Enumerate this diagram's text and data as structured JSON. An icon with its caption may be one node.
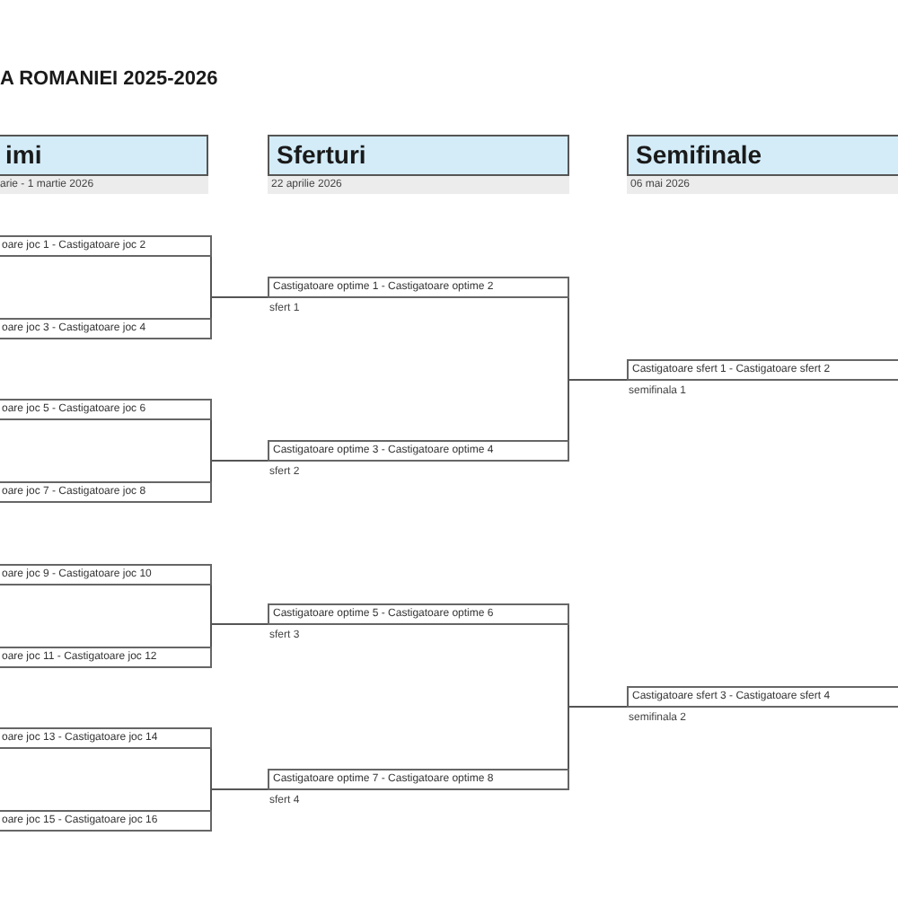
{
  "diagram": {
    "title": "A ROMANIEI 2025-2026",
    "nodes": [
      {
        "text": [
          "imi",
          "arie - 1 martie 2026"
        ]
      },
      {
        "text": [
          "Sferturi",
          "22 aprilie 2026"
        ]
      },
      {
        "text": [
          "Semifinale",
          "06 mai 2026"
        ]
      },
      {
        "text": [
          "oare joc 1 - Castigatoare joc 2"
        ]
      },
      {
        "text": [
          "oare joc 3 - Castigatoare joc 4"
        ]
      },
      {
        "text": [
          "oare joc 5 - Castigatoare joc 6"
        ]
      },
      {
        "text": [
          "oare joc 7 - Castigatoare joc 8"
        ]
      },
      {
        "text": [
          "oare joc 9 - Castigatoare joc 10"
        ]
      },
      {
        "text": [
          "oare joc 11 - Castigatoare joc 12"
        ]
      },
      {
        "text": [
          "oare joc 13 - Castigatoare joc 14"
        ]
      },
      {
        "text": [
          "oare joc 15 - Castigatoare joc 16"
        ]
      },
      {
        "text": [
          "Castigatoare optime 1 - Castigatoare optime 2"
        ],
        "beside": [
          "sfert 1"
        ]
      },
      {
        "text": [
          "Castigatoare optime 3 - Castigatoare optime 4"
        ],
        "beside": [
          "sfert 2"
        ]
      },
      {
        "text": [
          "Castigatoare optime 5 - Castigatoare optime 6"
        ],
        "beside": [
          "sfert 3"
        ]
      },
      {
        "text": [
          "Castigatoare optime 7 - Castigatoare optime 8"
        ],
        "beside": [
          "sfert 4"
        ]
      },
      {
        "text": [
          "Castigatoare sfert 1 - Castigatoare sfert 2"
        ],
        "beside": [
          "semifinala 1"
        ]
      },
      {
        "text": [
          "Castigatoare sfert 3 - Castigatoare sfert 4"
        ],
        "beside": [
          "semifinala 2"
        ]
      }
    ],
    "edges": [
      {
        "from": 3,
        "to": 11,
        "arrow": "none"
      },
      {
        "from": 4,
        "to": 11,
        "arrow": "none"
      },
      {
        "from": 5,
        "to": 12,
        "arrow": "none"
      },
      {
        "from": 6,
        "to": 12,
        "arrow": "none"
      },
      {
        "from": 7,
        "to": 13,
        "arrow": "none"
      },
      {
        "from": 8,
        "to": 13,
        "arrow": "none"
      },
      {
        "from": 9,
        "to": 14,
        "arrow": "none"
      },
      {
        "from": 10,
        "to": 14,
        "arrow": "none"
      },
      {
        "from": 11,
        "to": 15,
        "arrow": "none"
      },
      {
        "from": 12,
        "to": 15,
        "arrow": "none"
      },
      {
        "from": 13,
        "to": 16,
        "arrow": "none"
      },
      {
        "from": 14,
        "to": 16,
        "arrow": "none"
      }
    ]
  }
}
